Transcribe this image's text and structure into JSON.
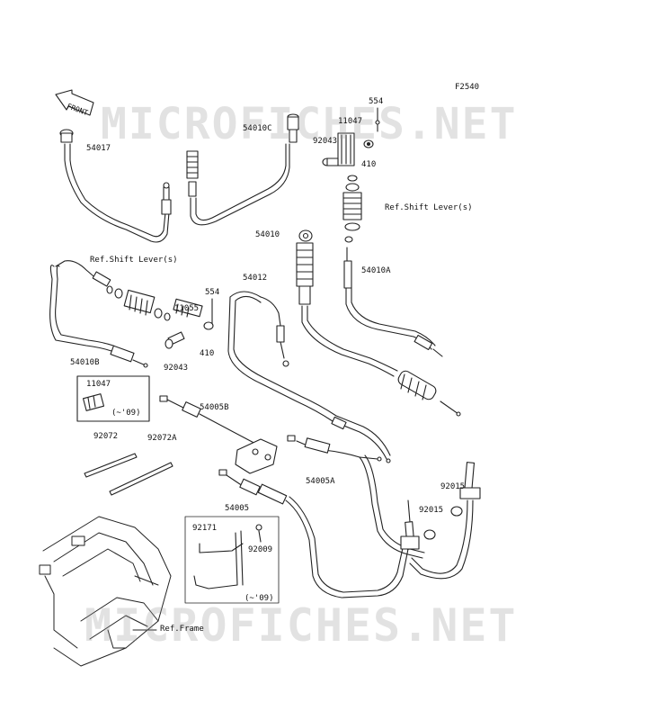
{
  "diagram": {
    "figure_id": "F2540",
    "front_arrow": "FRONT",
    "watermark_text": "MICROFICHES.NET",
    "labels": {
      "p554_top": "554",
      "p11047_top": "11047",
      "p54010C": "54010C",
      "p92043_top": "92043",
      "p410_top": "410",
      "p54017": "54017",
      "ref_shift_lever_right": "Ref.Shift Lever(s)",
      "p54010": "54010",
      "p54010A": "54010A",
      "p54012": "54012",
      "ref_shift_lever_left": "Ref.Shift Lever(s)",
      "p554_mid": "554",
      "p11055": "11055",
      "p410_mid": "410",
      "p92043_mid": "92043",
      "p54010B": "54010B",
      "p11047_box": "11047",
      "note_09_box": "(~'09)",
      "p54005B": "54005B",
      "p92072": "92072",
      "p92072A": "92072A",
      "p54005A": "54005A",
      "p92015_a": "92015",
      "p92015_b": "92015",
      "p54005": "54005",
      "p92171": "92171",
      "p92009": "92009",
      "note_09_bracket": "(~'09)",
      "ref_frame": "Ref.Frame"
    }
  }
}
